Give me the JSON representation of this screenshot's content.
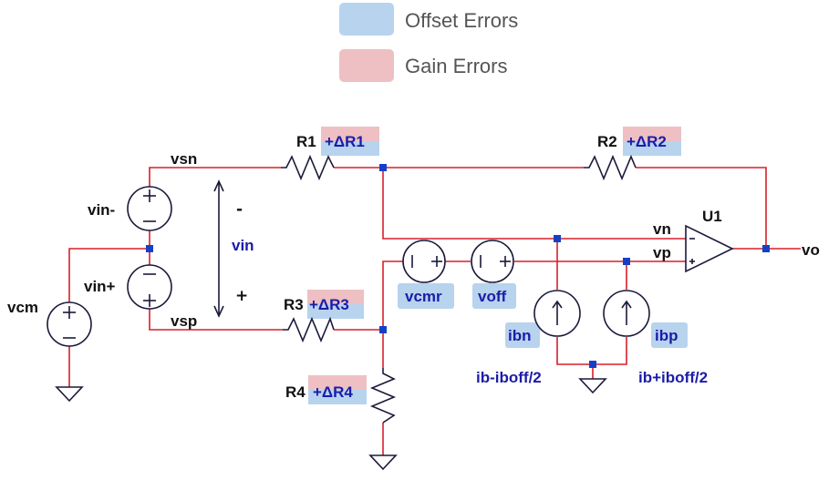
{
  "legend": {
    "offset": {
      "label": "Offset Errors",
      "color": "#b7d3ee"
    },
    "gain": {
      "label": "Gain Errors",
      "color": "#eec0c3"
    }
  },
  "labels": {
    "r1": "R1",
    "r1_err": "+ΔR1",
    "r2": "R2",
    "r2_err": "+ΔR2",
    "r3": "R3",
    "r3_err": "+ΔR3",
    "r4": "R4",
    "r4_err": "+ΔR4",
    "vsn": "vsn",
    "vsp": "vsp",
    "vin_minus": "vin-",
    "vin_plus": "vin+",
    "vcm": "vcm",
    "vin": "vin",
    "minus_sign": "-",
    "plus_sign": "+",
    "vn": "vn",
    "vp": "vp",
    "u1": "U1",
    "vo": "vo",
    "vcmr": "vcmr",
    "voff": "voff",
    "ibn": "ibn",
    "ibp": "ibp",
    "ibn_val": "ib-iboff/2",
    "ibp_val": "ib+iboff/2"
  },
  "colors": {
    "wire": "#d81f2a",
    "node": "#1440c8",
    "component": "#1a1a3a",
    "label_blue": "#1c1ca8"
  }
}
